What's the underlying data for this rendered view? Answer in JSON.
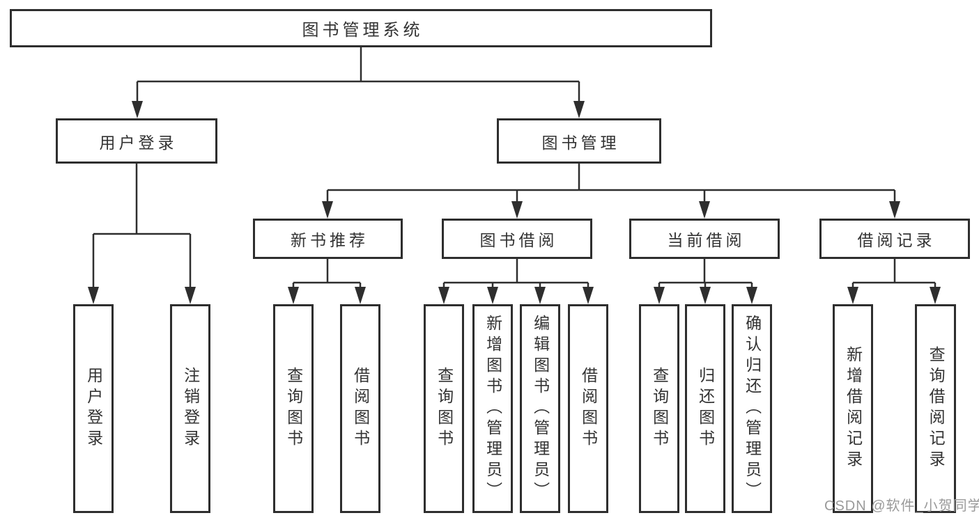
{
  "nodes": {
    "root": "图书管理系统",
    "user_login": "用户登录",
    "book_mgmt": "图书管理",
    "new_book_rec": "新书推荐",
    "book_borrow": "图书借阅",
    "current_borrow": "当前借阅",
    "borrow_records": "借阅记录",
    "leaf_user_login": "用户登录",
    "leaf_logout": "注销登录",
    "leaf_query_book_rec": "查询图书",
    "leaf_borrow_book_rec": "借阅图书",
    "leaf_query_book_borrow": "查询图书",
    "leaf_add_book_admin": "新增图书（管理员）",
    "leaf_edit_book_admin": "编辑图书（管理员）",
    "leaf_borrow_book": "借阅图书",
    "leaf_query_book_current": "查询图书",
    "leaf_return_book": "归还图书",
    "leaf_confirm_return_admin": "确认归还（管理员）",
    "leaf_add_borrow_record": "新增借阅记录",
    "leaf_query_borrow_record": "查询借阅记录"
  },
  "watermark": "CSDN @软件_小贺同学",
  "colors": {
    "line": "#2e2e2e",
    "text": "#333333",
    "watermark": "#9a9a9a",
    "background": "#ffffff"
  }
}
